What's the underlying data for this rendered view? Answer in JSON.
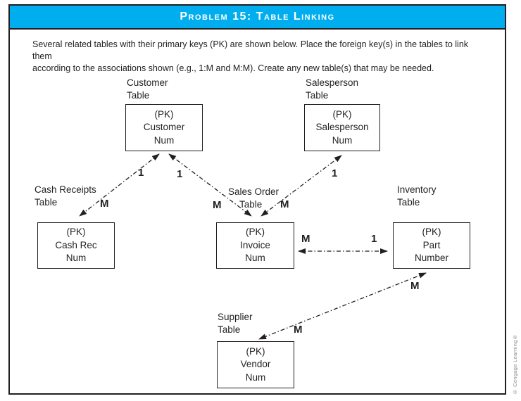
{
  "colors": {
    "header_bg": "#00AEEF",
    "border": "#231F20",
    "copyright_gray": "#8a8a8d"
  },
  "header": {
    "title": "Problem 15: Table Linking"
  },
  "instructions": {
    "line1": "Several related tables with their primary keys (PK) are shown below. Place the foreign key(s) in the tables to link them",
    "line2": "according to the associations shown (e.g., 1:M and M:M). Create any new table(s) that may be needed."
  },
  "tables": {
    "customer": {
      "label1": "Customer",
      "label2": "Table",
      "row1": "(PK)",
      "row2": "Customer",
      "row3": "Num"
    },
    "salesperson": {
      "label1": "Salesperson",
      "label2": "Table",
      "row1": "(PK)",
      "row2": "Salesperson",
      "row3": "Num"
    },
    "cash_receipts": {
      "label1": "Cash Receipts",
      "label2": "Table",
      "row1": "(PK)",
      "row2": "Cash Rec",
      "row3": "Num"
    },
    "sales_order": {
      "label1": "Sales Order",
      "label2": "Table",
      "row1": "(PK)",
      "row2": "Invoice",
      "row3": "Num"
    },
    "inventory": {
      "label1": "Inventory",
      "label2": "Table",
      "row1": "(PK)",
      "row2": "Part",
      "row3": "Number"
    },
    "supplier": {
      "label1": "Supplier",
      "label2": "Table",
      "row1": "(PK)",
      "row2": "Vendor",
      "row3": "Num"
    }
  },
  "cardinalities": [
    {
      "id": "customer-cashreceipts-one",
      "text": "1"
    },
    {
      "id": "customer-salesorder-one",
      "text": "1"
    },
    {
      "id": "salesperson-salesorder-one",
      "text": "1"
    },
    {
      "id": "cashreceipts-many",
      "text": "M"
    },
    {
      "id": "salesorder-left-many",
      "text": "M"
    },
    {
      "id": "salesorder-right-many",
      "text": "M"
    },
    {
      "id": "salesorder-inventory-many",
      "text": "M"
    },
    {
      "id": "salesorder-inventory-one",
      "text": "1"
    },
    {
      "id": "inventory-supplier-many",
      "text": "M"
    },
    {
      "id": "supplier-many",
      "text": "M"
    }
  ],
  "copyright": "© Cengage Learning®"
}
